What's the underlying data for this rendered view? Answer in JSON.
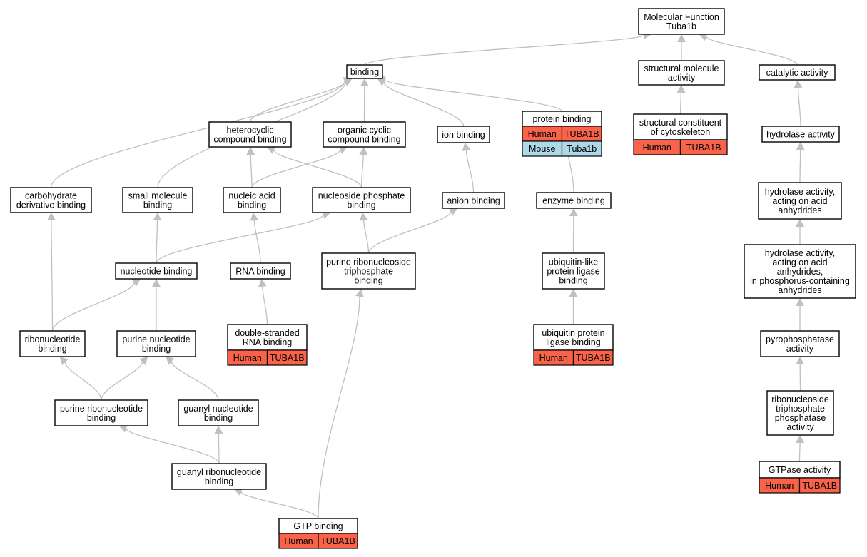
{
  "colors": {
    "human": "#f9634a",
    "mouse": "#add8e6",
    "edge": "#c0c0c0"
  },
  "nodes": [
    {
      "id": "mf",
      "lines": [
        "Molecular Function",
        "Tuba1b"
      ]
    },
    {
      "id": "binding",
      "lines": [
        "binding"
      ]
    },
    {
      "id": "structural",
      "lines": [
        "structural molecule",
        "activity"
      ]
    },
    {
      "id": "catalytic",
      "lines": [
        "catalytic activity"
      ]
    },
    {
      "id": "heterocyclic",
      "lines": [
        "heterocyclic",
        "compound binding"
      ]
    },
    {
      "id": "organic",
      "lines": [
        "organic cyclic",
        "compound binding"
      ]
    },
    {
      "id": "ion",
      "lines": [
        "ion binding"
      ]
    },
    {
      "id": "protein",
      "lines": [
        "protein binding"
      ],
      "tags": [
        {
          "species": "Human",
          "gene": "TUBA1B"
        },
        {
          "species": "Mouse",
          "gene": "Tuba1b"
        }
      ]
    },
    {
      "id": "cytoskeleton",
      "lines": [
        "structural constituent",
        "of cytoskeleton"
      ],
      "tags": [
        {
          "species": "Human",
          "gene": "TUBA1B"
        }
      ]
    },
    {
      "id": "hydrolase",
      "lines": [
        "hydrolase activity"
      ]
    },
    {
      "id": "carbohydrate",
      "lines": [
        "carbohydrate",
        "derivative binding"
      ]
    },
    {
      "id": "smallmol",
      "lines": [
        "small molecule",
        "binding"
      ]
    },
    {
      "id": "nucleicacid",
      "lines": [
        "nucleic acid",
        "binding"
      ]
    },
    {
      "id": "nucphos",
      "lines": [
        "nucleoside phosphate",
        "binding"
      ]
    },
    {
      "id": "anion",
      "lines": [
        "anion binding"
      ]
    },
    {
      "id": "enzyme",
      "lines": [
        "enzyme binding"
      ]
    },
    {
      "id": "hydroacid",
      "lines": [
        "hydrolase activity,",
        "acting on acid",
        "anhydrides"
      ]
    },
    {
      "id": "nucleotide",
      "lines": [
        "nucleotide binding"
      ]
    },
    {
      "id": "rna",
      "lines": [
        "RNA binding"
      ]
    },
    {
      "id": "prnts",
      "lines": [
        "purine ribonucleoside",
        "triphosphate",
        "binding"
      ]
    },
    {
      "id": "ubl",
      "lines": [
        "ubiquitin-like",
        "protein ligase",
        "binding"
      ]
    },
    {
      "id": "hydrophos",
      "lines": [
        "hydrolase activity,",
        "acting on acid",
        "anhydrides,",
        "in phosphorus-containing",
        "anhydrides"
      ]
    },
    {
      "id": "ribonuc",
      "lines": [
        "ribonucleotide",
        "binding"
      ]
    },
    {
      "id": "purinenuc",
      "lines": [
        "purine nucleotide",
        "binding"
      ]
    },
    {
      "id": "dsrna",
      "lines": [
        "double-stranded",
        "RNA binding"
      ],
      "tags": [
        {
          "species": "Human",
          "gene": "TUBA1B"
        }
      ]
    },
    {
      "id": "ubiq",
      "lines": [
        "ubiquitin protein",
        "ligase binding"
      ],
      "tags": [
        {
          "species": "Human",
          "gene": "TUBA1B"
        }
      ]
    },
    {
      "id": "pyro",
      "lines": [
        "pyrophosphatase",
        "activity"
      ]
    },
    {
      "id": "purribo",
      "lines": [
        "purine ribonucleotide",
        "binding"
      ]
    },
    {
      "id": "guanyl",
      "lines": [
        "guanyl nucleotide",
        "binding"
      ]
    },
    {
      "id": "rntpase",
      "lines": [
        "ribonucleoside",
        "triphosphate",
        "phosphatase",
        "activity"
      ]
    },
    {
      "id": "guanylribo",
      "lines": [
        "guanyl ribonucleotide",
        "binding"
      ]
    },
    {
      "id": "gtpase",
      "lines": [
        "GTPase activity"
      ],
      "tags": [
        {
          "species": "Human",
          "gene": "TUBA1B"
        }
      ]
    },
    {
      "id": "gtp",
      "lines": [
        "GTP binding"
      ],
      "tags": [
        {
          "species": "Human",
          "gene": "TUBA1B"
        }
      ]
    }
  ],
  "edges": [
    {
      "from": "binding",
      "to": "mf"
    },
    {
      "from": "structural",
      "to": "mf"
    },
    {
      "from": "catalytic",
      "to": "mf"
    },
    {
      "from": "heterocyclic",
      "to": "binding"
    },
    {
      "from": "organic",
      "to": "binding"
    },
    {
      "from": "ion",
      "to": "binding"
    },
    {
      "from": "protein",
      "to": "binding"
    },
    {
      "from": "carbohydrate",
      "to": "binding"
    },
    {
      "from": "smallmol",
      "to": "binding"
    },
    {
      "from": "cytoskeleton",
      "to": "structural"
    },
    {
      "from": "hydrolase",
      "to": "catalytic"
    },
    {
      "from": "nucleicacid",
      "to": "heterocyclic"
    },
    {
      "from": "nucphos",
      "to": "heterocyclic"
    },
    {
      "from": "nucleicacid",
      "to": "organic"
    },
    {
      "from": "nucphos",
      "to": "organic"
    },
    {
      "from": "anion",
      "to": "ion"
    },
    {
      "from": "enzyme",
      "to": "protein"
    },
    {
      "from": "hydroacid",
      "to": "hydrolase"
    },
    {
      "from": "nucleotide",
      "to": "smallmol"
    },
    {
      "from": "nucleotide",
      "to": "nucphos"
    },
    {
      "from": "rna",
      "to": "nucleicacid"
    },
    {
      "from": "prnts",
      "to": "nucphos"
    },
    {
      "from": "prnts",
      "to": "anion"
    },
    {
      "from": "ubl",
      "to": "enzyme"
    },
    {
      "from": "hydrophos",
      "to": "hydroacid"
    },
    {
      "from": "ribonuc",
      "to": "carbohydrate"
    },
    {
      "from": "ribonuc",
      "to": "nucleotide"
    },
    {
      "from": "purinenuc",
      "to": "nucleotide"
    },
    {
      "from": "dsrna",
      "to": "rna"
    },
    {
      "from": "ubiq",
      "to": "ubl"
    },
    {
      "from": "pyro",
      "to": "hydrophos"
    },
    {
      "from": "purribo",
      "to": "ribonuc"
    },
    {
      "from": "purribo",
      "to": "purinenuc"
    },
    {
      "from": "guanyl",
      "to": "purinenuc"
    },
    {
      "from": "rntpase",
      "to": "pyro"
    },
    {
      "from": "guanylribo",
      "to": "purribo"
    },
    {
      "from": "guanylribo",
      "to": "guanyl"
    },
    {
      "from": "gtpase",
      "to": "rntpase"
    },
    {
      "from": "gtp",
      "to": "guanylribo"
    },
    {
      "from": "gtp",
      "to": "prnts"
    }
  ]
}
